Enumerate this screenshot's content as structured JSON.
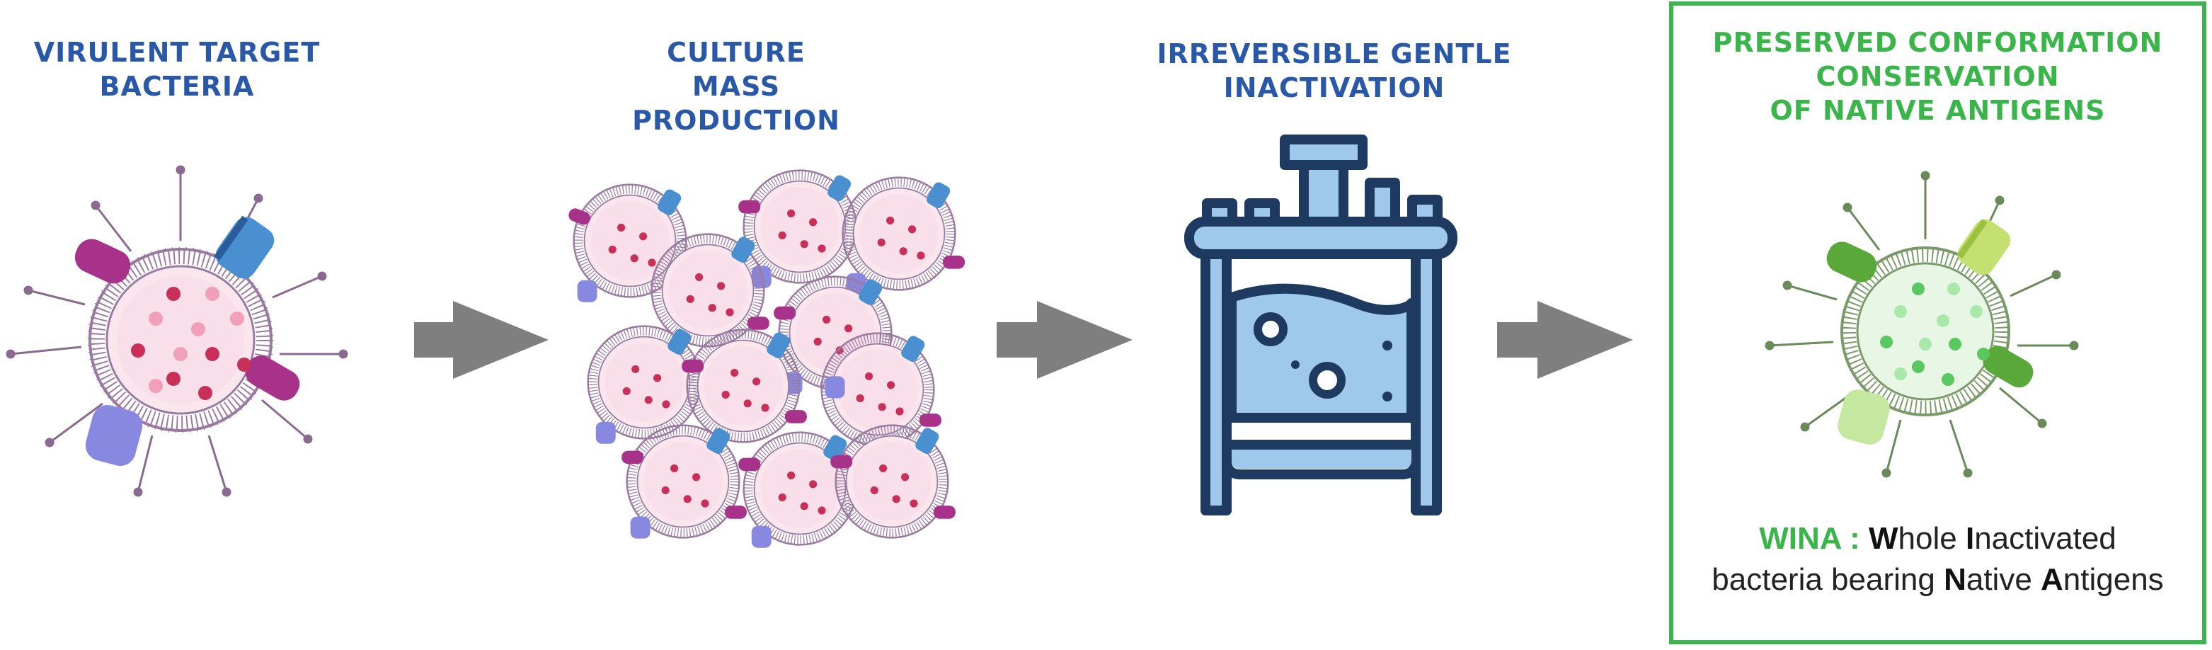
{
  "steps": [
    {
      "line1": "VIRULENT TARGET",
      "line2": "BACTERIA"
    },
    {
      "line1": "CULTURE",
      "line2": "MASS PRODUCTION"
    },
    {
      "line1": "IRREVERSIBLE GENTLE",
      "line2": "INACTIVATION"
    },
    {
      "line1": "PRESERVED CONFORMATION",
      "line2": "CONSERVATION",
      "line3": "OF NATIVE ANTIGENS"
    }
  ],
  "wina": {
    "acronym": "WINA :",
    "w": "W",
    "w_rest": "hole ",
    "i": "I",
    "i_rest": "nactivated",
    "line2_pre": "bacteria bearing ",
    "n": "N",
    "n_rest": "ative ",
    "a": "A",
    "a_rest": "ntigens"
  },
  "colors": {
    "title_blue": "#2a58a8",
    "title_green": "#3ab54a",
    "arrow": "#7f7f7f",
    "membrane_purple": "#9a7aa0",
    "membrane_green": "#7a9a6a",
    "protein_magenta": "#a8328a",
    "protein_blue": "#4a90d0",
    "protein_violet": "#8888e0",
    "reactor_navy": "#1f3a60",
    "reactor_light": "#9ec8ec"
  },
  "icons": [
    "bacterium-icon",
    "bacteria-culture-icon",
    "bioreactor-icon",
    "inactivated-bacterium-icon",
    "arrow-right-icon"
  ]
}
